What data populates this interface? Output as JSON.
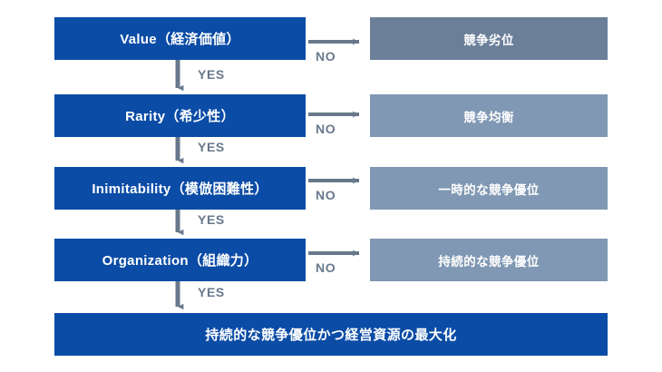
{
  "diagram": {
    "type": "VRIO framework flowchart",
    "colors": {
      "criterion_blue": "#0b4ca6",
      "outcome_gray_dark": "#6b7f99",
      "outcome_gray_light": "#8098b3",
      "arrow_gray": "#68788c",
      "label_text": "#68788c",
      "box_text": "#ffffff",
      "background": "#ffffff"
    },
    "criteria": [
      {
        "label": "Value（経済価値）"
      },
      {
        "label": "Rarity（希少性）"
      },
      {
        "label": "Inimitability（模倣困難性）"
      },
      {
        "label": "Organization（組織力）"
      }
    ],
    "outcomes": [
      {
        "label": "競争劣位"
      },
      {
        "label": "競争均衡"
      },
      {
        "label": "一時的な競争優位"
      },
      {
        "label": "持続的な競争優位"
      }
    ],
    "yes_edges": [
      {
        "label": "YES"
      },
      {
        "label": "YES"
      },
      {
        "label": "YES"
      },
      {
        "label": "YES"
      }
    ],
    "no_edges": [
      {
        "label": "NO"
      },
      {
        "label": "NO"
      },
      {
        "label": "NO"
      },
      {
        "label": "NO"
      }
    ],
    "final": {
      "label": "持続的な競争優位かつ経営資源の最大化"
    }
  }
}
